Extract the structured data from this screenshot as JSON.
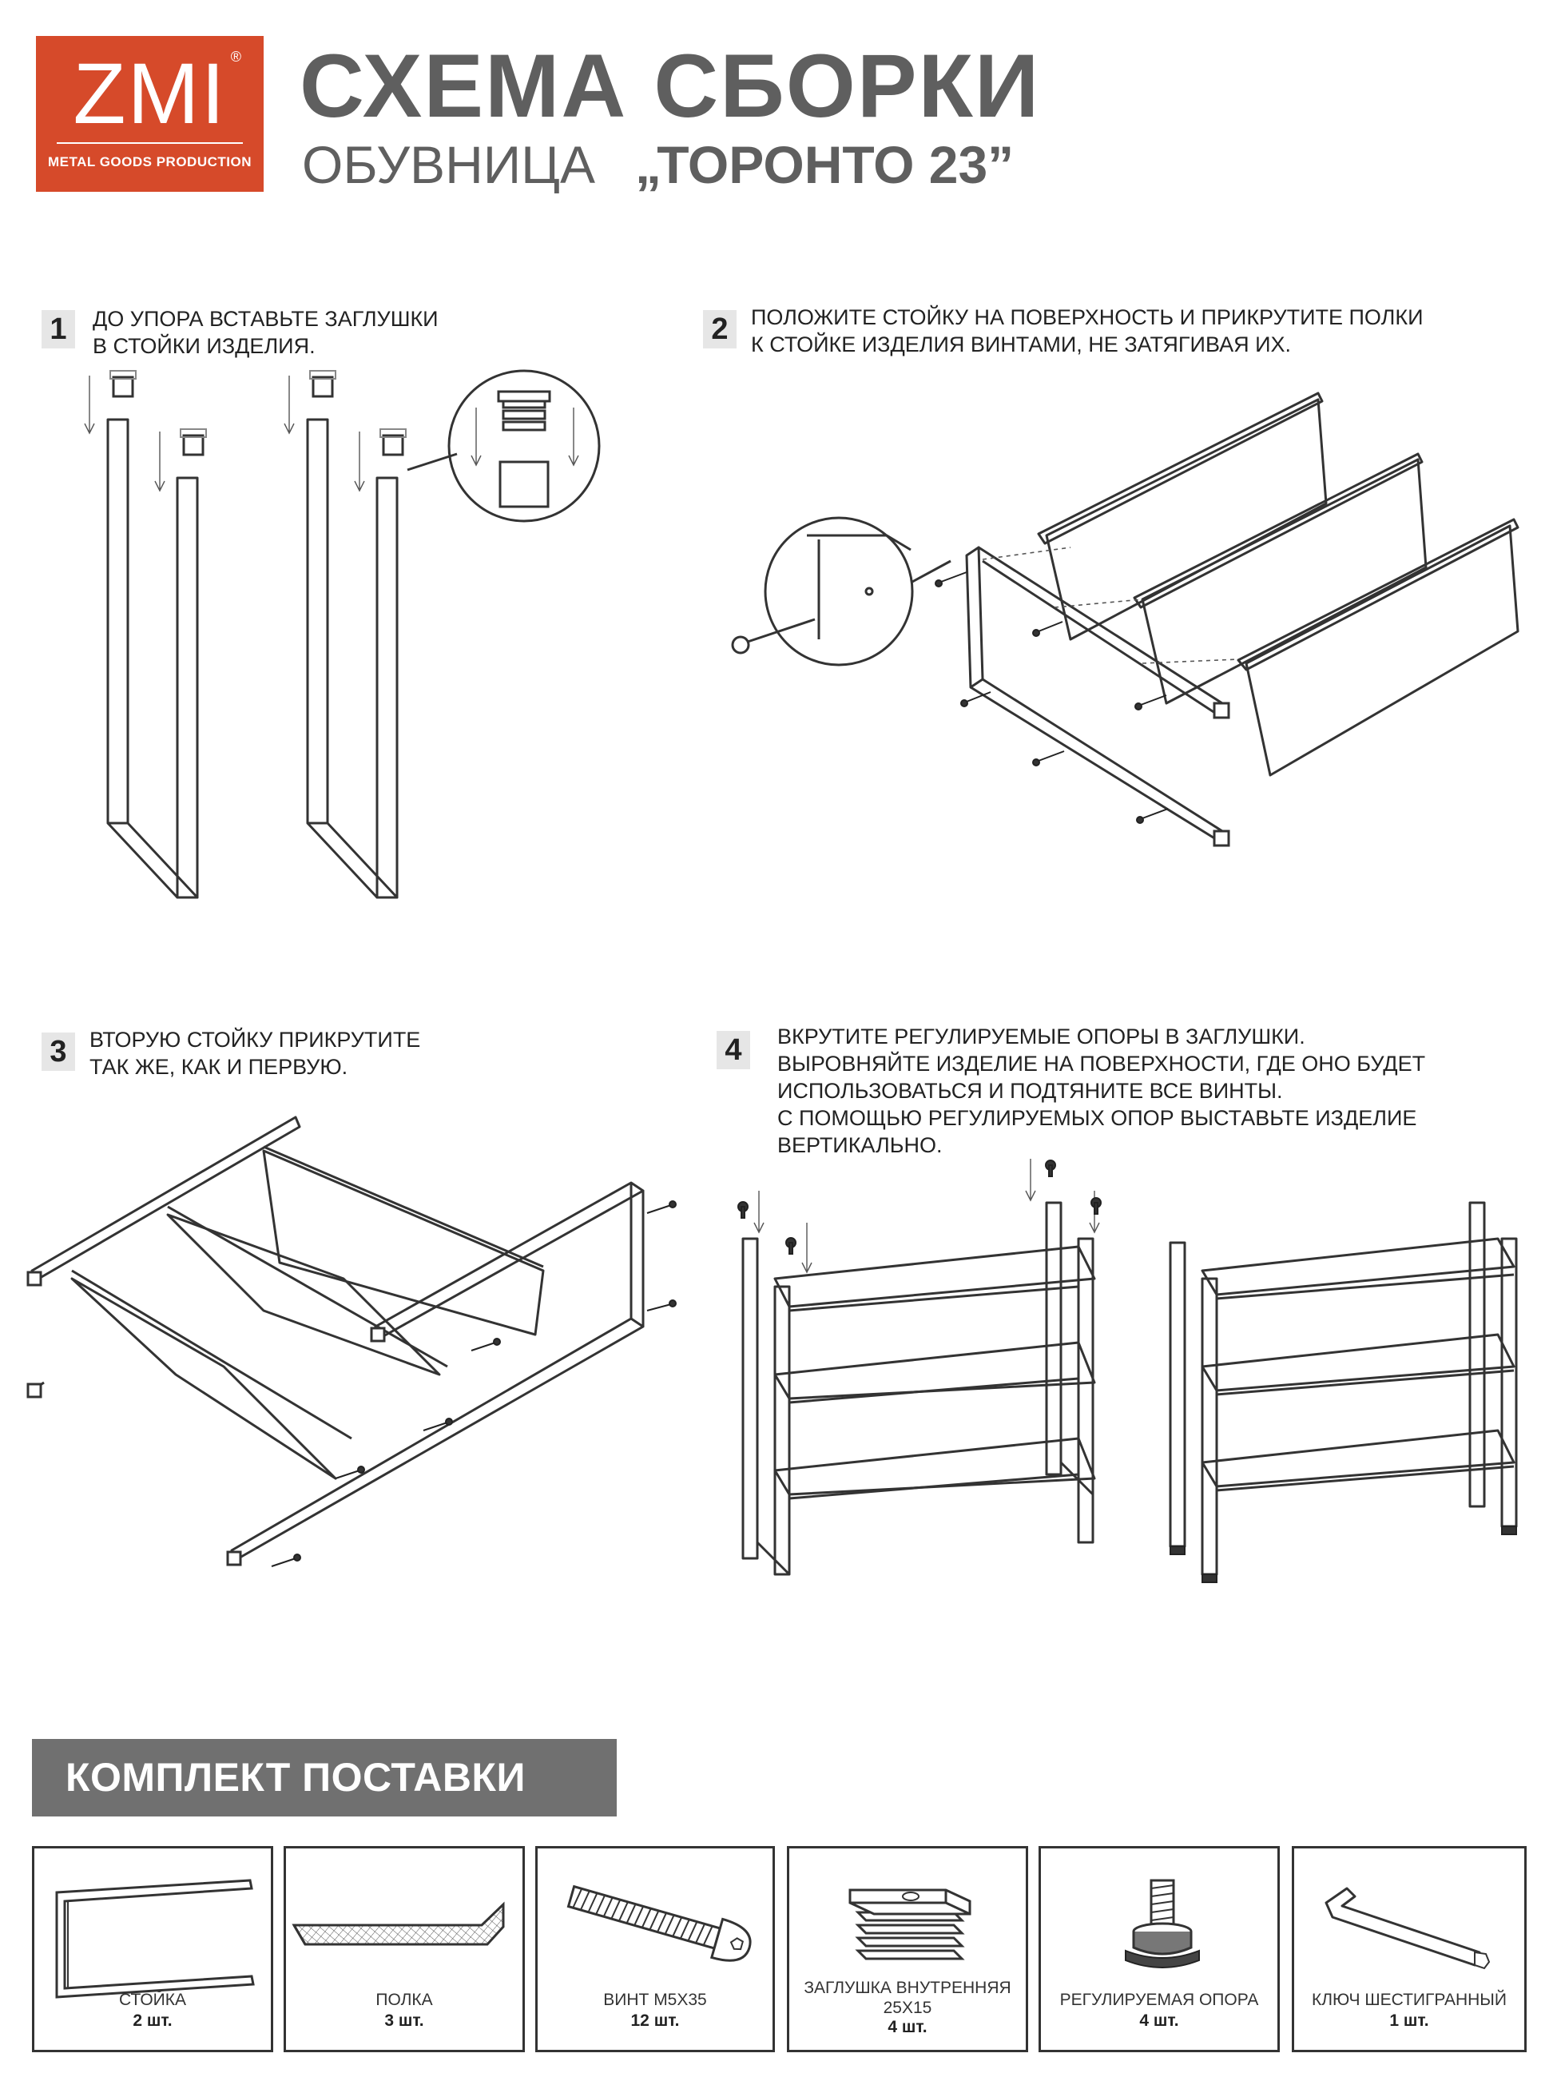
{
  "logo": {
    "brand": "ZMI",
    "registered": "®",
    "subtitle": "METAL GOODS PRODUCTION"
  },
  "header": {
    "title": "СХЕМА СБОРКИ",
    "subtitle": "ОБУВНИЦА",
    "product": "„ТОРОНТО 23”"
  },
  "steps": [
    {
      "number": "1",
      "text": "ДО УПОРА ВСТАВЬТЕ ЗАГЛУШКИ\nВ СТОЙКИ ИЗДЕЛИЯ."
    },
    {
      "number": "2",
      "text": "ПОЛОЖИТЕ СТОЙКУ НА ПОВЕРХНОСТЬ И ПРИКРУТИТЕ ПОЛКИ\nК СТОЙКЕ ИЗДЕЛИЯ ВИНТАМИ, НЕ ЗАТЯГИВАЯ ИХ."
    },
    {
      "number": "3",
      "text": "ВТОРУЮ СТОЙКУ ПРИКРУТИТЕ\nТАК ЖЕ, КАК И ПЕРВУЮ."
    },
    {
      "number": "4",
      "text": "ВКРУТИТЕ РЕГУЛИРУЕМЫЕ ОПОРЫ В ЗАГЛУШКИ.\nВЫРОВНЯЙТЕ ИЗДЕЛИЕ НА ПОВЕРХНОСТИ, ГДЕ ОНО БУДЕТ\nИСПОЛЬЗОВАТЬСЯ И ПОДТЯНИТЕ ВСЕ ВИНТЫ.\nС ПОМОЩЬЮ РЕГУЛИРУЕМЫХ ОПОР ВЫСТАВЬТЕ ИЗДЕЛИЕ\nВЕРТИКАЛЬНО."
    }
  ],
  "kit": {
    "title": "КОМПЛЕКТ ПОСТАВКИ",
    "items": [
      {
        "name": "СТОЙКА",
        "qty": "2 шт.",
        "icon": "frame-stand-icon"
      },
      {
        "name": "ПОЛКА",
        "qty": "3 шт.",
        "icon": "mesh-shelf-icon"
      },
      {
        "name": "ВИНТ М5х35",
        "qty": "12 шт.",
        "icon": "screw-icon"
      },
      {
        "name": "ЗАГЛУШКА ВНУТРЕННЯЯ\n25х15",
        "qty": "4 шт.",
        "icon": "inner-plug-icon"
      },
      {
        "name": "РЕГУЛИРУЕМАЯ ОПОРА",
        "qty": "4 шт.",
        "icon": "adjustable-foot-icon"
      },
      {
        "name": "КЛЮЧ ШЕСТИГРАННЫЙ",
        "qty": "1 шт.",
        "icon": "hex-key-icon"
      }
    ]
  }
}
